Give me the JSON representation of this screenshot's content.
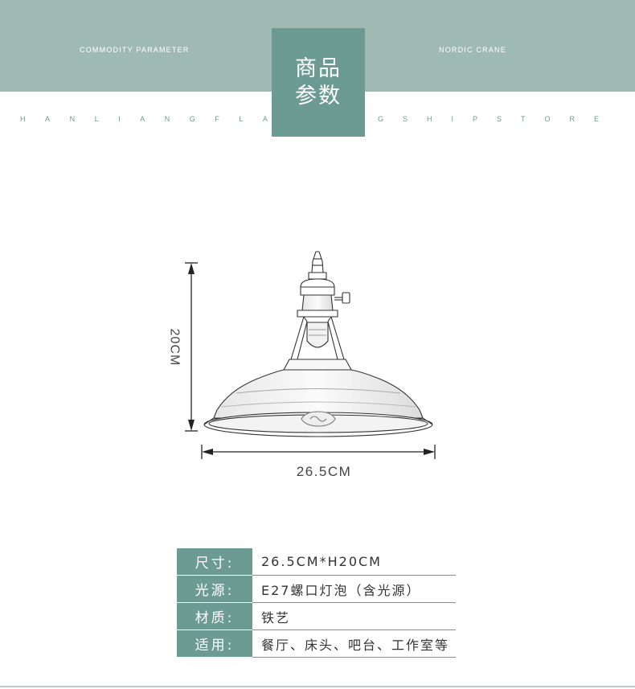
{
  "header": {
    "left_text": "COMMODITY PARAMETER",
    "right_text": "NORDIC CRANE",
    "title_line1": "商品",
    "title_line2": "参数",
    "store_left": [
      "H",
      "A",
      "N",
      "L",
      "I",
      "A",
      "N",
      "G",
      "F",
      "L",
      "A"
    ],
    "store_right": [
      "G",
      "S",
      "H",
      "I",
      "P",
      "S",
      "T",
      "O",
      "R",
      "E"
    ]
  },
  "diagram": {
    "height_label": "20CM",
    "width_label": "26.5CM"
  },
  "specs": [
    {
      "label": "尺寸:",
      "value": "26.5CM*H20CM"
    },
    {
      "label": "光源:",
      "value": "E27螺口灯泡（含光源）"
    },
    {
      "label": "材质:",
      "value": "铁艺"
    },
    {
      "label": "适用:",
      "value": "餐厅、床头、吧台、工作室等"
    }
  ],
  "colors": {
    "band": "#9fbab3",
    "accent": "#6b9b93"
  }
}
